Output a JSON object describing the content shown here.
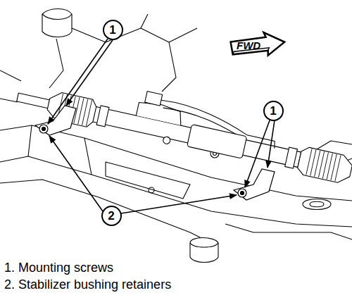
{
  "diagram": {
    "nodes": [
      {
        "text": [
          "1"
        ]
      },
      {
        "text": [
          "1"
        ]
      },
      {
        "text": [
          "2"
        ]
      },
      {
        "text": [
          "FWD"
        ]
      }
    ],
    "labels": [
      "1. Mounting screws",
      "2. Stabilizer bushing retainers"
    ]
  }
}
